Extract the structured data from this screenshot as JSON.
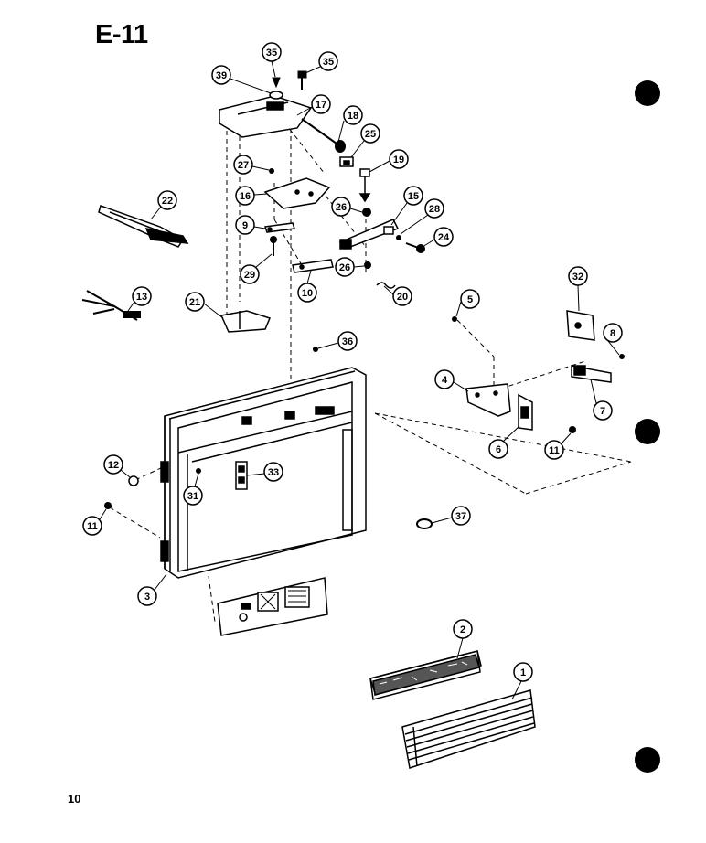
{
  "page": {
    "title": "E-11",
    "page_number": "10"
  },
  "diagram": {
    "callouts": [
      {
        "label": "35"
      },
      {
        "label": "35"
      },
      {
        "label": "39"
      },
      {
        "label": "17"
      },
      {
        "label": "18"
      },
      {
        "label": "25"
      },
      {
        "label": "19"
      },
      {
        "label": "27"
      },
      {
        "label": "16"
      },
      {
        "label": "15"
      },
      {
        "label": "26"
      },
      {
        "label": "28"
      },
      {
        "label": "22"
      },
      {
        "label": "9"
      },
      {
        "label": "24"
      },
      {
        "label": "29"
      },
      {
        "label": "26"
      },
      {
        "label": "13"
      },
      {
        "label": "21"
      },
      {
        "label": "10"
      },
      {
        "label": "20"
      },
      {
        "label": "5"
      },
      {
        "label": "32"
      },
      {
        "label": "8"
      },
      {
        "label": "36"
      },
      {
        "label": "4"
      },
      {
        "label": "7"
      },
      {
        "label": "12"
      },
      {
        "label": "33"
      },
      {
        "label": "6"
      },
      {
        "label": "11"
      },
      {
        "label": "31"
      },
      {
        "label": "11"
      },
      {
        "label": "37"
      },
      {
        "label": "3"
      },
      {
        "label": "2"
      },
      {
        "label": "1"
      }
    ]
  }
}
